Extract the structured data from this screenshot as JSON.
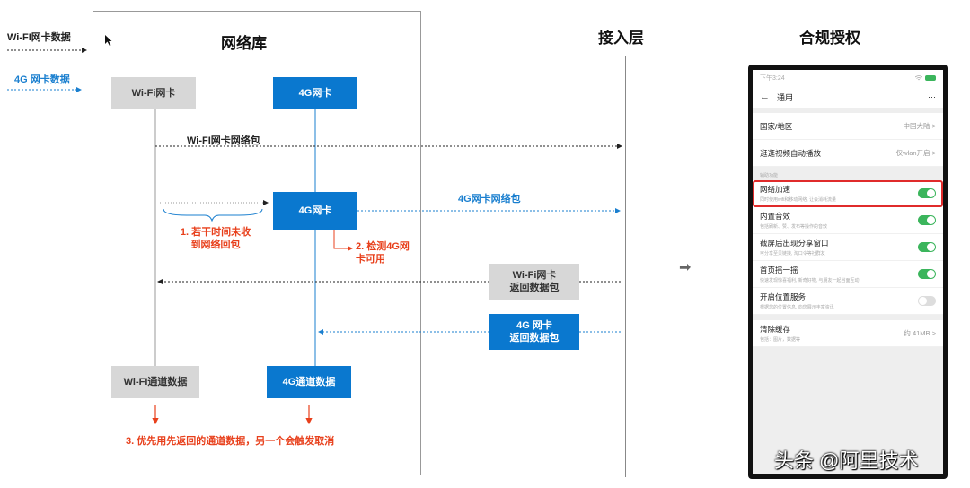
{
  "legend": {
    "wifi_label": "Wi-FI网卡数据",
    "g4_label": "4G 网卡数据"
  },
  "titles": {
    "network_lib": "网络库",
    "access_layer": "接入层",
    "compliance": "合规授权"
  },
  "nodes": {
    "wifi_card_top": "Wi-Fi网卡",
    "g4_card_top": "4G网卡",
    "g4_card_mid": "4G网卡",
    "wifi_return_box": "Wi-Fi网卡\n返回数据包",
    "g4_return_box": "4G 网卡\n返回数据包",
    "wifi_channel": "Wi-FI通道数据",
    "g4_channel": "4G通道数据"
  },
  "labels": {
    "wifi_packet": "Wi-FI网卡网络包",
    "g4_packet": "4G网卡网络包",
    "step1": "1. 若干时间未收\n到网络回包",
    "step2": "2. 检测4G网\n卡可用",
    "step3": "3. 优先用先返回的通道数据，另一个会触发取消",
    "arrow_right": "➡"
  },
  "colors": {
    "blue": "#0a78cf",
    "red": "#e8401c",
    "gray_box": "#d7d7d7",
    "toggle_on": "#3bb55c",
    "highlight": "#e02b2b"
  },
  "phone": {
    "status_time": "下午3:24",
    "nav_title": "通用",
    "nav_more": "···",
    "rows_top": [
      {
        "title": "国家/地区",
        "value": "中国大陆 >"
      },
      {
        "title": "逛逛视频自动播放",
        "value": "仅wlan开启 >"
      }
    ],
    "group_header": "辅助功能",
    "toggles": [
      {
        "title": "网络加速",
        "sub": "同时使用wifi和移动网络, 让会消耗流量",
        "on": true
      },
      {
        "title": "内置音效",
        "sub": "包括刷新、赞、发布等操作的音效",
        "on": true
      },
      {
        "title": "截屏后出现分享窗口",
        "sub": "可分享至贝链接, 淘口令等社群友",
        "on": true
      },
      {
        "title": "首页摇一摇",
        "sub": "快速发现惊喜福利, 新奇好物, 与朋友一起当面互动",
        "on": true
      },
      {
        "title": "开启位置服务",
        "sub": "根据您的位置信息, 向您展示丰富资讯",
        "on": false
      }
    ],
    "cache": {
      "title": "清除缓存",
      "sub": "包括：图片，数据等",
      "value": "约 41MB >"
    }
  },
  "watermark": "头条 @阿里技术"
}
